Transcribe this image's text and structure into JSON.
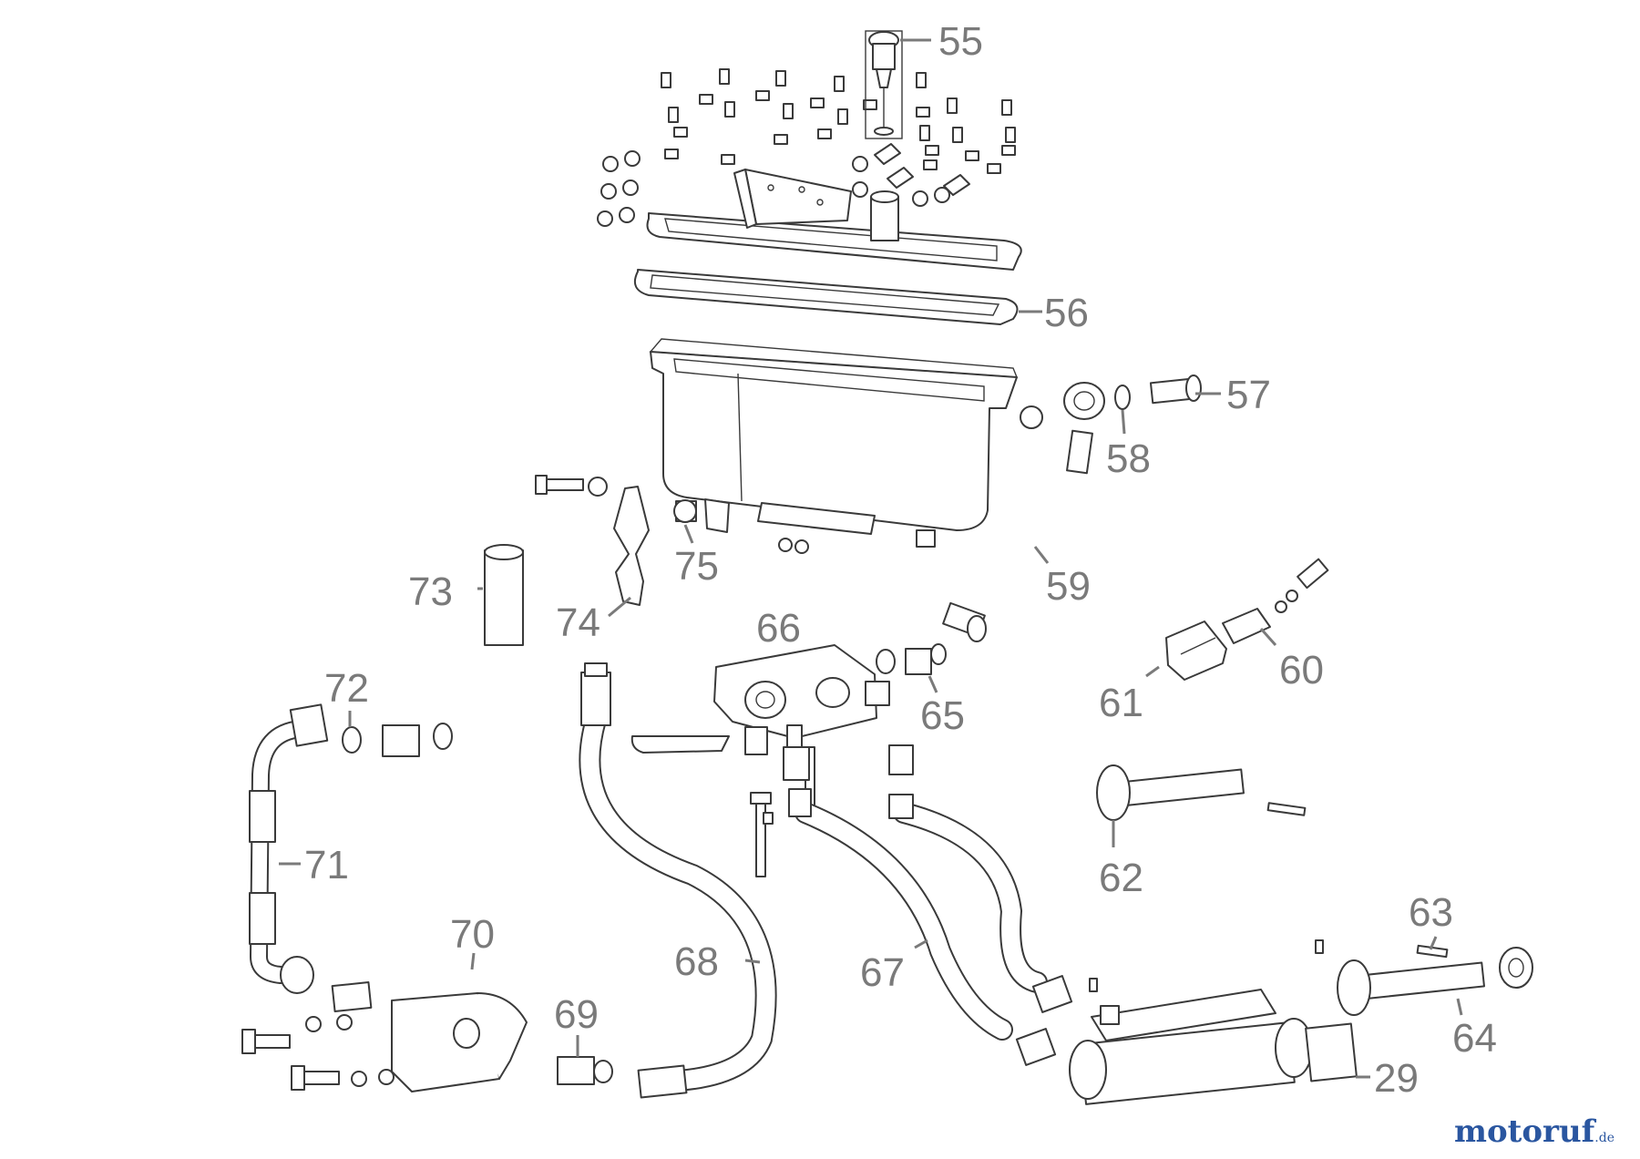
{
  "callouts": [
    "55",
    "56",
    "57",
    "58",
    "59",
    "60",
    "61",
    "62",
    "63",
    "64",
    "65",
    "66",
    "67",
    "68",
    "69",
    "70",
    "71",
    "72",
    "73",
    "74",
    "75",
    "29"
  ],
  "logo": {
    "text": "motoruf",
    "suffix": ".de",
    "color": "#2a56a0"
  },
  "colors": {
    "line": "#3a3a3a",
    "callout": "#7a7a7a",
    "background": "#ffffff"
  }
}
